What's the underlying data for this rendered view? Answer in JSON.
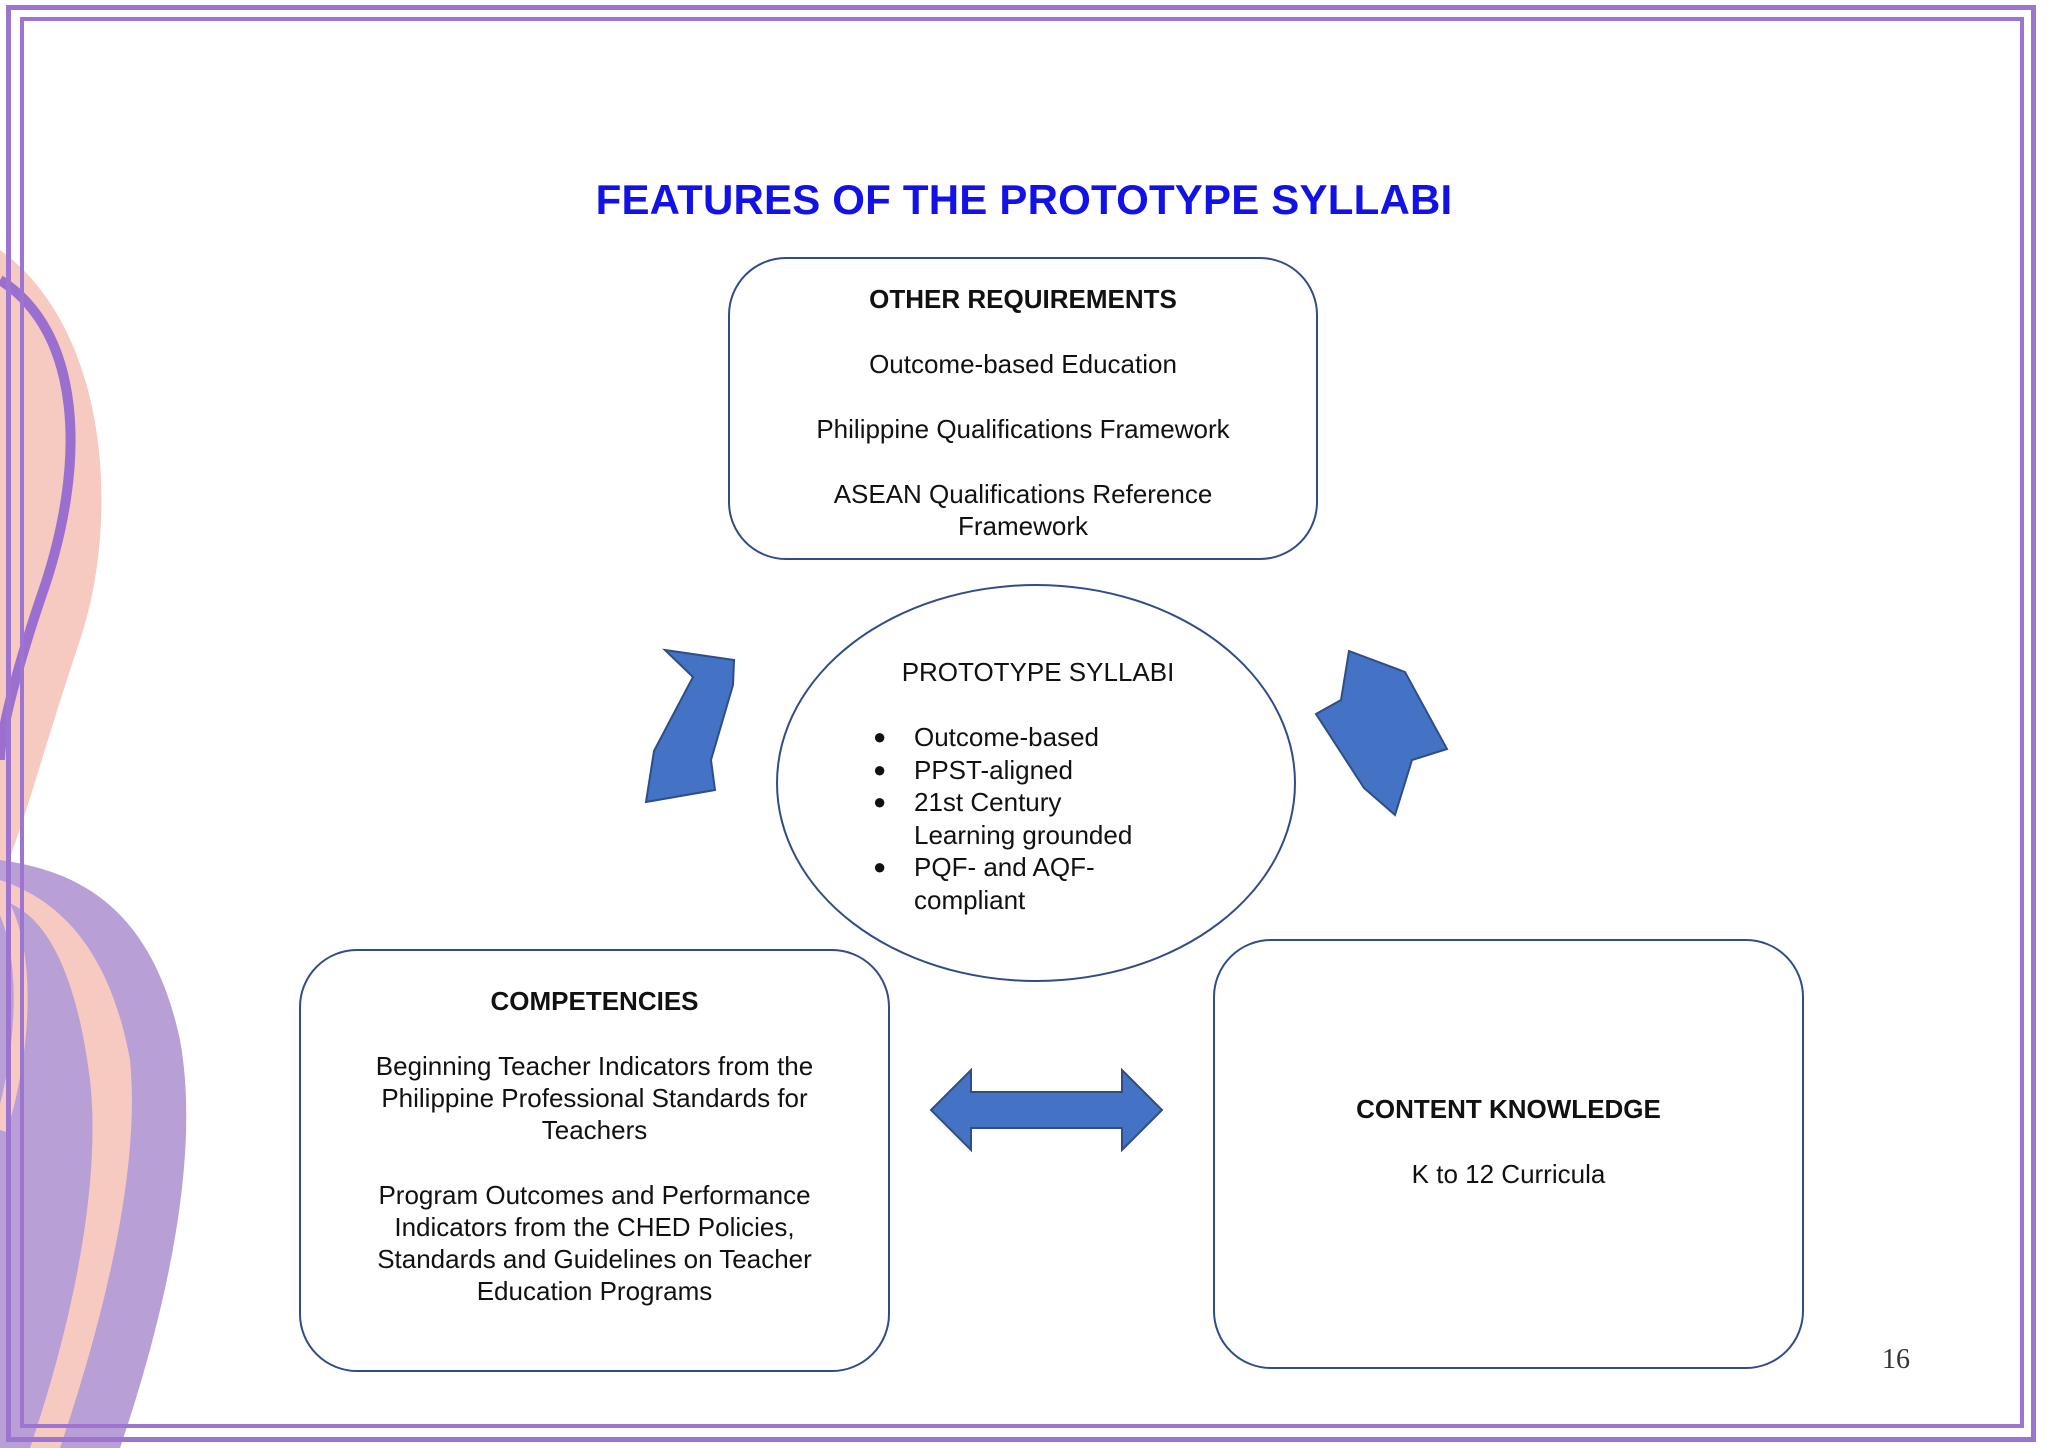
{
  "title": "FEATURES OF THE PROTOTYPE SYLLABI",
  "colors": {
    "title": "#1212e6",
    "box_border": "#2f4d87",
    "arrow_fill": "#4472c4",
    "frame": "#9d74cf",
    "decor_pink": "#f6c9c1",
    "decor_lavender": "#b89fd6"
  },
  "other_requirements": {
    "heading": "OTHER REQUIREMENTS",
    "items": [
      "Outcome-based Education",
      "Philippine Qualifications Framework",
      "ASEAN Qualifications Reference Framework"
    ]
  },
  "prototype": {
    "heading": "PROTOTYPE SYLLABI",
    "bullets": [
      "Outcome-based",
      "PPST-aligned",
      "21st Century Learning grounded",
      "PQF- and AQF-compliant"
    ]
  },
  "competencies": {
    "heading": "COMPETENCIES",
    "items": [
      "Beginning Teacher Indicators from the Philippine Professional Standards for Teachers",
      "Program Outcomes and Performance Indicators from the CHED Policies, Standards and Guidelines on Teacher Education Programs"
    ]
  },
  "content_knowledge": {
    "heading": "CONTENT KNOWLEDGE",
    "items": [
      "K to 12 Curricula"
    ]
  },
  "page_number": "16"
}
